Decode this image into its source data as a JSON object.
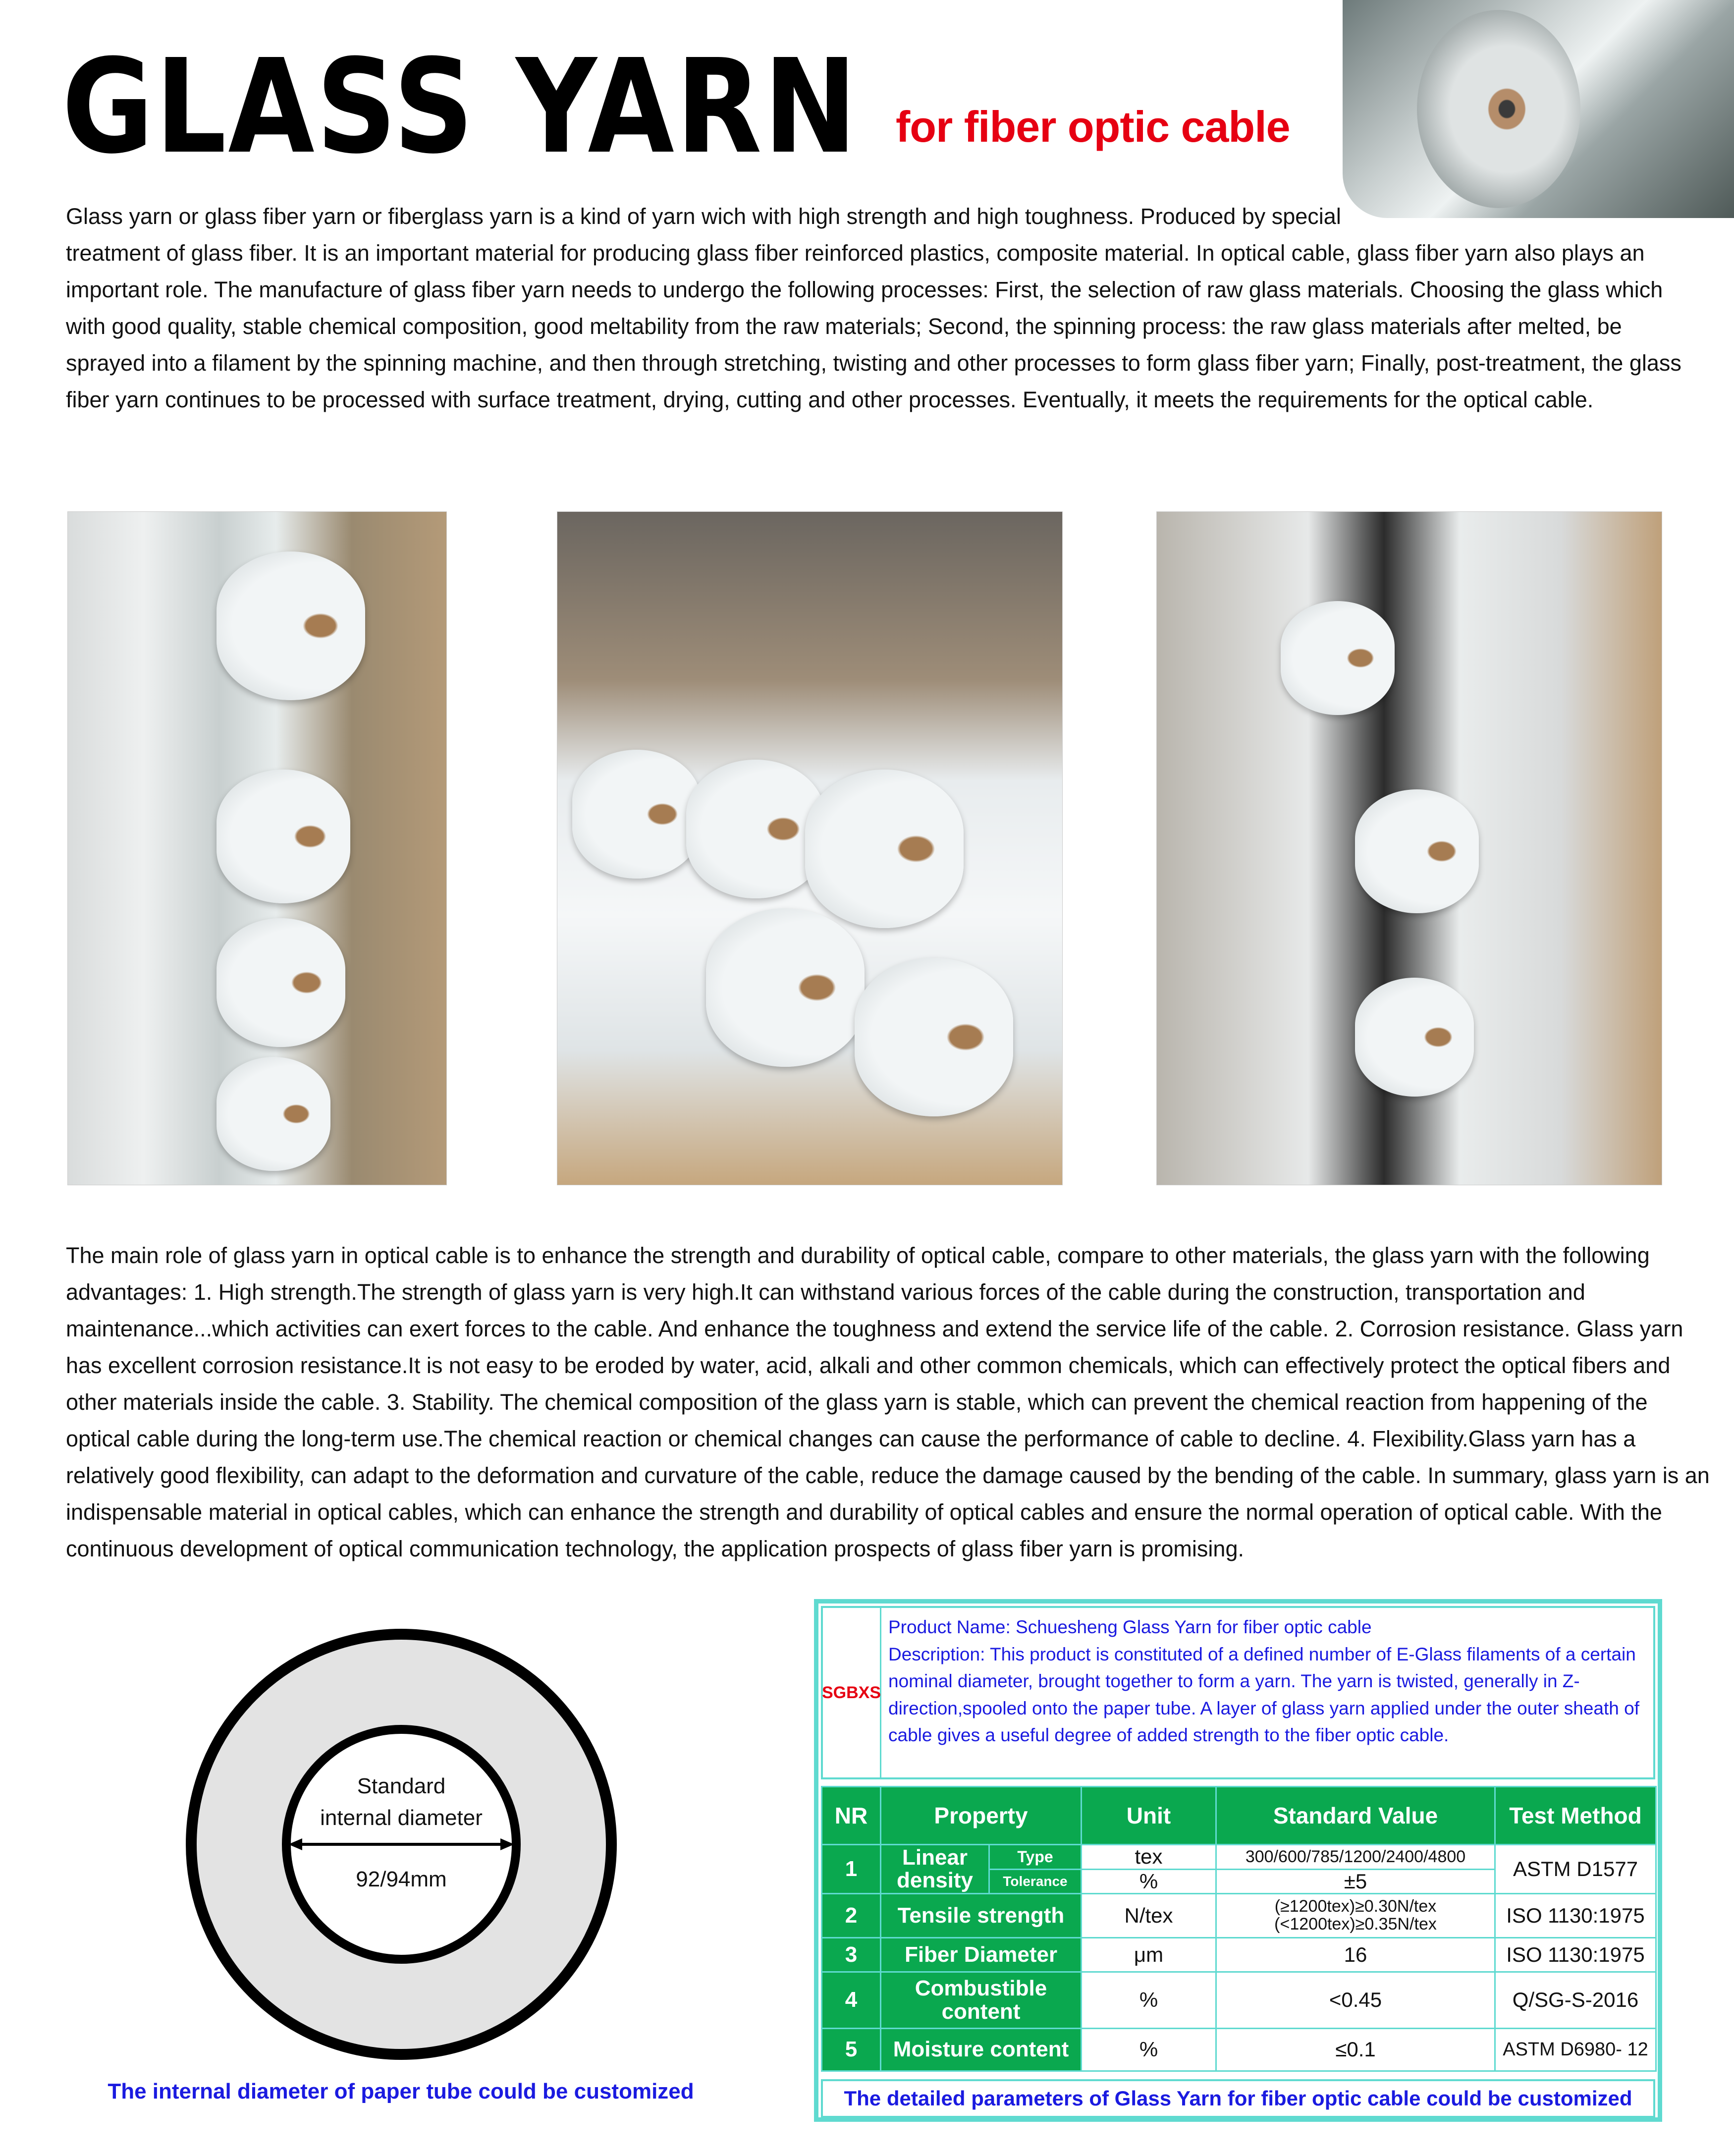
{
  "header": {
    "title": "GLASS YARN",
    "subtitle": "for fiber optic cable"
  },
  "intro": "Glass yarn or glass fiber yarn or fiberglass yarn is a kind of yarn wich with high strength and high toughness. Produced by special treatment of glass fiber. It is an important material for producing glass fiber reinforced plastics, composite material. In optical cable, glass fiber yarn also plays an important role. The manufacture of glass fiber yarn needs to undergo the following processes: First, the selection of raw glass materials. Choosing the glass which with good quality, stable chemical composition, good meltability from the raw materials; Second, the spinning process: the raw glass materials after melted, be sprayed into a filament by the spinning machine, and then through stretching, twisting and other processes to form glass fiber yarn; Finally, post-treatment, the glass fiber yarn continues to be processed with surface treatment, drying, cutting and other processes. Eventually, it meets the requirements for the optical cable.",
  "advantages": "The main role of glass yarn in optical cable is to enhance the strength and durability of optical cable, compare to other materials, the glass yarn with the following advantages: 1. High strength.The strength of glass yarn is very high.It can withstand various forces of the cable during the construction, transportation and maintenance...which activities can exert forces to the cable. And enhance the toughness and extend the service life of the cable. 2. Corrosion resistance. Glass yarn has excellent corrosion resistance.It is not easy to be eroded by water, acid, alkali and other common chemicals, which can effectively protect the optical fibers and other materials inside the cable. 3. Stability. The chemical composition of the glass yarn is stable, which can prevent the chemical reaction from happening of the optical cable during the long-term use.The chemical reaction or chemical changes can cause the performance of cable to decline. 4. Flexibility.Glass yarn has a relatively good flexibility, can adapt to the deformation and curvature of the cable, reduce the damage caused by the bending of the cable. In summary, glass yarn is an indispensable material in optical cables, which can enhance the strength and durability of optical cables and ensure the normal operation of optical cable. With the continuous development of optical communication technology, the application prospects of glass fiber yarn is promising.",
  "diagram": {
    "label_line1": "Standard",
    "label_line2": "internal diameter",
    "value": "92/94mm",
    "caption": "The internal diameter of paper tube could be customized"
  },
  "spec": {
    "brand": "SGBXS",
    "product_name": "Product Name:  Schuesheng Glass Yarn for fiber optic cable",
    "description": "Description: This product is constituted of a defined number of E-Glass filaments of a certain nominal diameter, brought together to form a yarn. The yarn is twisted, generally in Z-direction,spooled onto the paper tube. A layer of glass yarn applied under the outer sheath of cable gives a useful degree of added strength to the fiber optic cable.",
    "headers": [
      "NR",
      "Property",
      "Unit",
      "Standard Value",
      "Test Method"
    ],
    "rows": [
      {
        "nr": "1",
        "property": "Linear density",
        "sub": [
          "Type",
          "Tolerance"
        ],
        "unit": [
          "tex",
          "%"
        ],
        "value": [
          "300/600/785/1200/2400/4800",
          "±5"
        ],
        "method": "ASTM D1577"
      },
      {
        "nr": "2",
        "property": "Tensile strength",
        "unit": "N/tex",
        "value": [
          "(≥1200tex)≥0.30N/tex",
          "(<1200tex)≥0.35N/tex"
        ],
        "method": "ISO 1130:1975"
      },
      {
        "nr": "3",
        "property": "Fiber Diameter",
        "unit": "μm",
        "value": "16",
        "method": "ISO 1130:1975"
      },
      {
        "nr": "4",
        "property": "Combustible content",
        "unit": "%",
        "value": "<0.45",
        "method": "Q/SG-S-2016"
      },
      {
        "nr": "5",
        "property": "Moisture content",
        "unit": "%",
        "value": "≤0.1",
        "method": "ASTM D6980- 12"
      }
    ],
    "footer": "The detailed parameters of Glass Yarn for fiber optic cable could be customized"
  }
}
